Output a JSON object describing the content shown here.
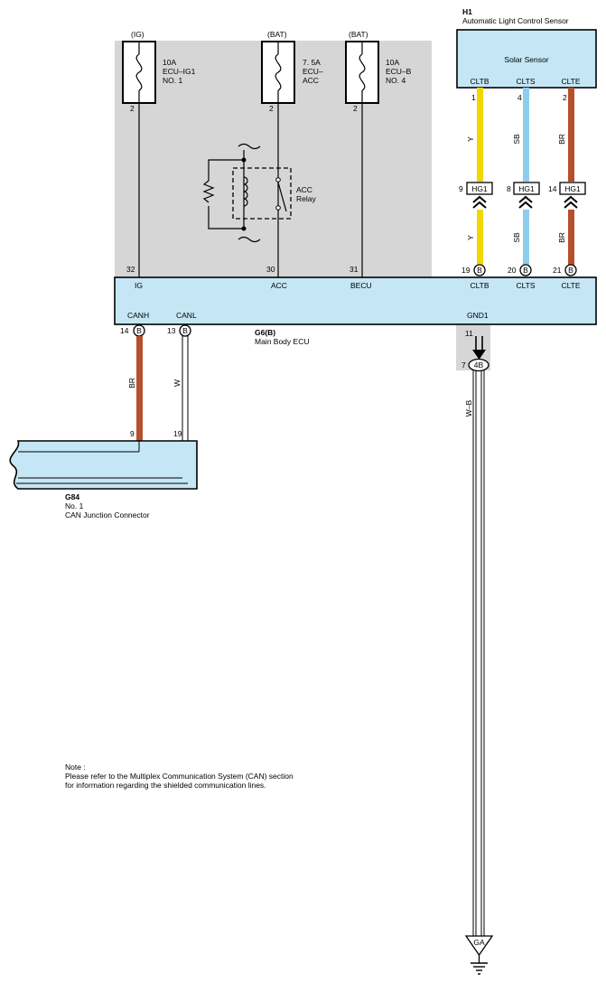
{
  "fuses": [
    {
      "supply": "(IG)",
      "rating": "10A",
      "name": "ECU–IG1",
      "no": "NO. 1",
      "pin": "2",
      "ecu_pin": "32"
    },
    {
      "supply": "(BAT)",
      "rating": "7. 5A",
      "name": "ECU–",
      "no": "ACC",
      "pin": "2",
      "ecu_pin": "30"
    },
    {
      "supply": "(BAT)",
      "rating": "10A",
      "name": "ECU–B",
      "no": "NO. 4",
      "pin": "2",
      "ecu_pin": "31"
    }
  ],
  "relay": {
    "line1": "ACC",
    "line2": "Relay"
  },
  "sensor": {
    "code": "H1",
    "name": "Automatic Light Control Sensor",
    "label": "Solar Sensor",
    "terminals": [
      {
        "name": "CLTB",
        "pin": "1",
        "color_code": "Y",
        "hg_left": "9",
        "hg": "HG1",
        "ecu_pin": "19",
        "conn": "B",
        "wire_color": "#f2d600"
      },
      {
        "name": "CLTS",
        "pin": "4",
        "color_code": "SB",
        "hg_left": "8",
        "hg": "HG1",
        "ecu_pin": "20",
        "conn": "B",
        "wire_color": "#8dcdee"
      },
      {
        "name": "CLTE",
        "pin": "2",
        "color_code": "BR",
        "hg_left": "14",
        "hg": "HG1",
        "ecu_pin": "21",
        "conn": "B",
        "wire_color": "#b5502e"
      }
    ]
  },
  "ecu": {
    "code": "G6(B)",
    "name": "Main Body ECU",
    "terms": {
      "ig": "IG",
      "acc": "ACC",
      "becu": "BECU",
      "cltb": "CLTB",
      "clts": "CLTS",
      "clte": "CLTE",
      "canh": "CANH",
      "canl": "CANL",
      "gnd1": "GND1"
    },
    "canh_pin": "14",
    "canl_pin": "13",
    "conn": "B",
    "gnd_pin": "11"
  },
  "can": {
    "canh_color": "BR",
    "canl_color": "W",
    "canh_pin": "9",
    "canl_pin": "19",
    "code": "G84",
    "line1": "No.  1",
    "line2": "CAN Junction Connector"
  },
  "ground": {
    "splice_pin": "7",
    "splice": "4B",
    "wire_color": "W–B",
    "point": "GA"
  },
  "note": {
    "title": "Note :",
    "line1": "Please refer to the Multiplex Communication System (CAN) section",
    "line2": "for information regarding the shielded communication lines."
  },
  "colors": {
    "ecu_fill": "#c5e6f5",
    "grey_zone": "#d6d6d6",
    "yellow": "#f2d600",
    "sky_blue": "#8dcdee",
    "brown": "#b5502e"
  }
}
